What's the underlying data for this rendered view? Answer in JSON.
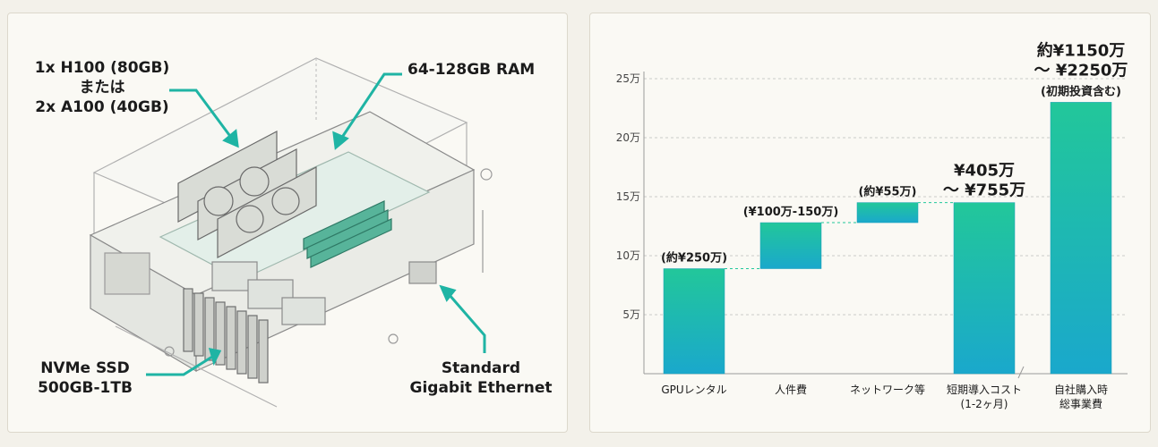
{
  "diagram": {
    "labels": {
      "gpu": [
        "1x H100 (80GB)",
        "または",
        "2x A100 (40GB)"
      ],
      "ram": "64-128GB RAM",
      "ssd": [
        "NVMe SSD",
        "500GB-1TB"
      ],
      "net": [
        "Standard",
        "Gigabit Ethernet"
      ]
    },
    "colors": {
      "accent": "#1fb4a4",
      "line": "#8a8a8a",
      "panel": "#faf9f4"
    }
  },
  "chart_data": {
    "type": "bar",
    "subtype": "waterfall",
    "y_tick_labels": [
      "5万",
      "10万",
      "15万",
      "20万",
      "25万"
    ],
    "ylim": [
      0,
      250
    ],
    "grid": true,
    "categories": [
      [
        "GPUレンタル"
      ],
      [
        "人件費"
      ],
      [
        "ネットワーク等"
      ],
      [
        "短期導入コスト",
        "(1-2ヶ月)"
      ],
      [
        "自社購入時",
        "総事業費"
      ]
    ],
    "bars": [
      {
        "base": 0,
        "top": 89,
        "value_text": [
          "(約¥250万)"
        ],
        "style": "small"
      },
      {
        "base": 89,
        "top": 128,
        "value_text": [
          "(¥100万-150万)"
        ],
        "style": "small"
      },
      {
        "base": 128,
        "top": 145,
        "value_text": [
          "(約¥55万)"
        ],
        "style": "small"
      },
      {
        "base": 0,
        "top": 145,
        "value_text": [
          "¥405万",
          "〜 ¥755万"
        ],
        "style": "large"
      },
      {
        "base": 0,
        "top": 230,
        "value_text": [
          "約¥1150万",
          "〜 ¥2250万",
          "(初期投資含む)"
        ],
        "style": "large"
      }
    ],
    "colors": {
      "gradient_top": "#22c79a",
      "gradient_bottom": "#1aa8cc",
      "grid": "#c9ccc8"
    }
  }
}
